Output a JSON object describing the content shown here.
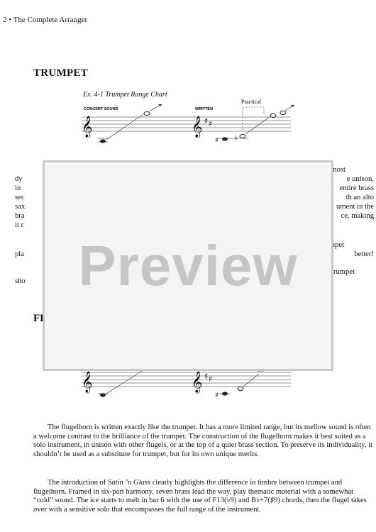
{
  "running_head": "2 • The Complete Arranger",
  "section_title": "TRUMPET",
  "example": {
    "caption": "Ex. 4-1    Trumpet Range Chart",
    "label_concert": "CONCERT SOUND",
    "label_written": "WRITTEN",
    "label_practical": "Practical"
  },
  "fragments": {
    "l1r": "nost",
    "l2l": "dy",
    "l2r": "e unison,",
    "l3l": "in",
    "l3r": "entire brass",
    "l4l": "sec",
    "l4r": "th an alto",
    "l5l": "sax",
    "l5r": "ument in the",
    "l6l": "bra",
    "l6r": "ce, making",
    "l7l": "it r",
    "l8r": "mpet",
    "l9l": "pla",
    "l9r": "better!",
    "l10r": "rumpet",
    "l11l": "sho",
    "fl_head": "FL"
  },
  "preview_label": "Preview",
  "flugelhorn": {
    "paragraph1": "The flugelhorn is written exactly like the trumpet.  It has a more limited range, but its mellow sound is often a welcome contrast to the brilliance of the trumpet.  The construction of the flugelhorn makes it best suited as a solo instrument, in unison with other flugels, or at the top of a quiet brass section.  To preserve its individuality, it shouldn’t be used as a substitute for trumpet, but for its own unique merits.",
    "p2_a": "The introduction of ",
    "p2_title": "Satin ’n Glass",
    "p2_b": " clearly highlights the difference in timbre between trumpet and flugelhorn.  Framed in six-part harmony, seven brass lead the way, play thematic material with a somewhat “cold” sound.  The ice starts to melt in bar 6 with the use of F13(♭9) and B♭+7(♯9) chords, then the flugel takes over with a sensitive solo that encompasses the full range of the instrument."
  }
}
